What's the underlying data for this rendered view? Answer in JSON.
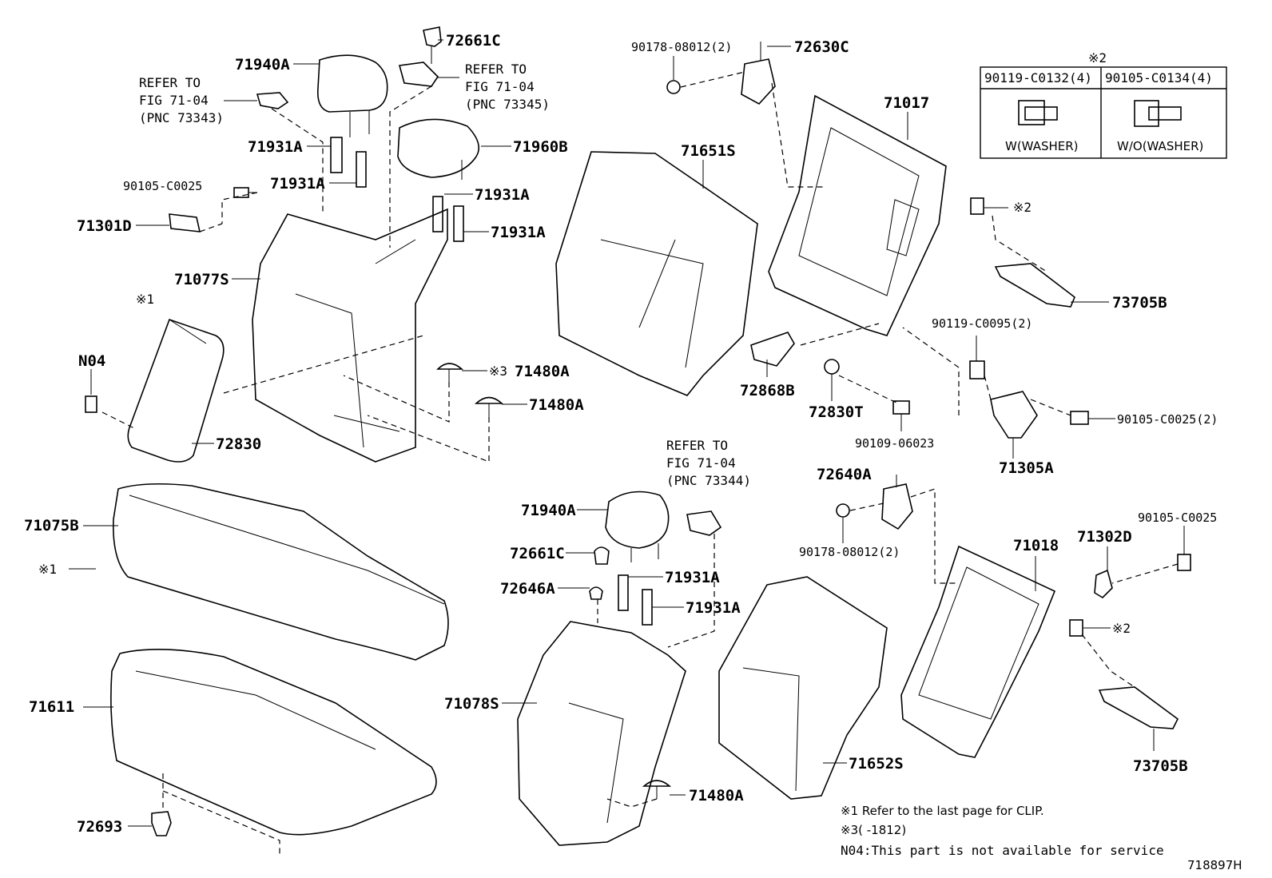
{
  "diagram": {
    "figure_id": "718897H",
    "parts": {
      "p72661C_top": "72661C",
      "p71940A_top": "71940A",
      "p90178_top": "90178-08012(2)",
      "p72630C": "72630C",
      "p71017": "71017",
      "p71960B": "71960B",
      "p71651S": "71651S",
      "p71931A_a": "71931A",
      "p71931A_b": "71931A",
      "p71931A_c": "71931A",
      "p71931A_d": "71931A",
      "p90105_C0025_left": "90105-C0025",
      "p71301D": "71301D",
      "p71077S": "71077S",
      "pN04": "N04",
      "p72830": "72830",
      "p71480A_a": "71480A",
      "p71480A_b": "71480A",
      "p72868B": "72868B",
      "p72830T": "72830T",
      "p90109": "90109-06023",
      "p73705B_top": "73705B",
      "p90119_C0095": "90119-C0095(2)",
      "p90105_C0025_2": "90105-C0025(2)",
      "p71305A": "71305A",
      "p72640A": "72640A",
      "p90178_mid": "90178-08012(2)",
      "p71018": "71018",
      "p71302D": "71302D",
      "p90105_C0025_right": "90105-C0025",
      "p71075B": "71075B",
      "p71611": "71611",
      "p72693": "72693",
      "p71940A_mid": "71940A",
      "p72661C_mid": "72661C",
      "p72646A": "72646A",
      "p71931A_e": "71931A",
      "p71931A_f": "71931A",
      "p71078S": "71078S",
      "p71480A_c": "71480A",
      "p71652S": "71652S",
      "p73705B_bottom": "73705B",
      "mark_x1_a": "※1",
      "mark_x1_b": "※1",
      "mark_x2_a": "※2",
      "mark_x2_b": "※2",
      "mark_x3": "※3"
    },
    "refs": {
      "ref_73343": [
        "REFER TO",
        "FIG 71-04",
        "(PNC 73343)"
      ],
      "ref_73345": [
        "REFER TO",
        "FIG 71-04",
        "(PNC 73345)"
      ],
      "ref_73344": [
        "REFER TO",
        "FIG 71-04",
        "(PNC 73344)"
      ]
    },
    "bolt_table": {
      "mark": "※2",
      "col1_header": "90119-C0132(4)",
      "col2_header": "90105-C0134(4)",
      "col1_caption": "W(WASHER)",
      "col2_caption": "W/O(WASHER)"
    },
    "notes": {
      "note1": "※1 Refer to the last page for CLIP.",
      "note3": "※3(     -1812)",
      "note_n04": "N04:This part is not available for service"
    }
  }
}
